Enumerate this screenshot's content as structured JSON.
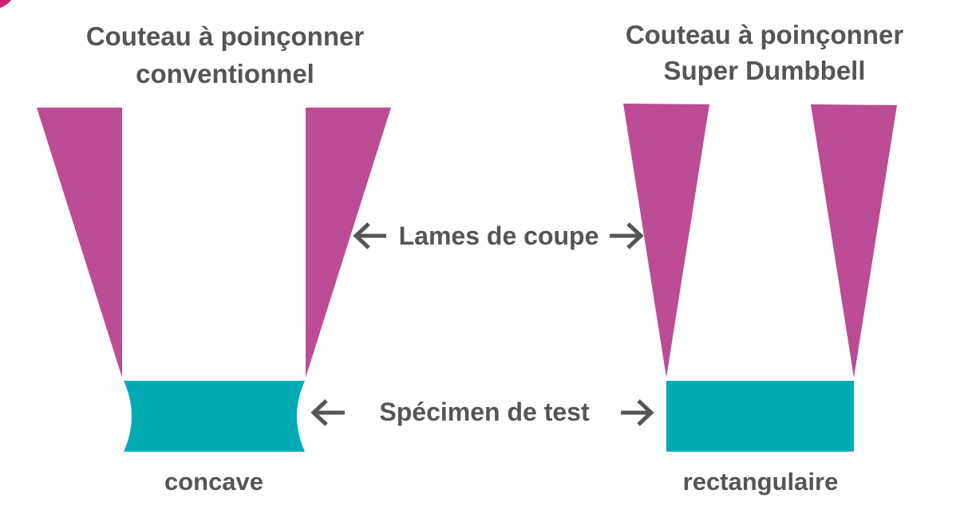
{
  "colors": {
    "blade": "#BC4C96",
    "specimen": "#00ABB5",
    "text": "#555555",
    "arrow": "#555555",
    "accent": "#D2236E"
  },
  "left": {
    "title_line1": "Couteau à poinçonner",
    "title_line2": "conventionnel",
    "caption": "concave"
  },
  "right": {
    "title_line1": "Couteau à poinçonner",
    "title_line2": "Super Dumbbell",
    "caption": "rectangulaire"
  },
  "labels": {
    "blades": "Lames de coupe",
    "specimen": "Spécimen de test"
  },
  "icons": [
    "arrow-left-icon",
    "arrow-right-icon"
  ]
}
